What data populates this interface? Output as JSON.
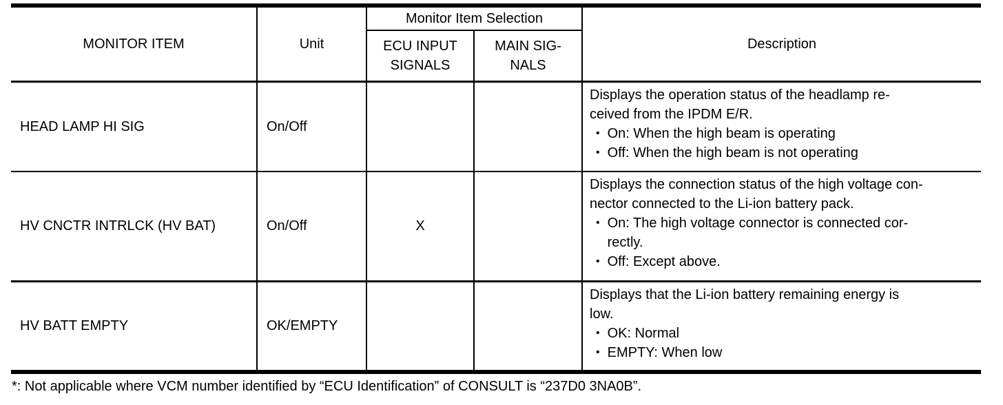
{
  "table": {
    "headers": {
      "monitor_item": "MONITOR ITEM",
      "unit": "Unit",
      "selection_group": "Monitor Item Selection",
      "ecu_input": "ECU INPUT\nSIGNALS",
      "main_signals": "MAIN SIG-\nNALS",
      "description": "Description"
    },
    "bullet_glyph": "•",
    "rows": [
      {
        "monitor_item": "HEAD LAMP HI SIG",
        "unit": "On/Off",
        "ecu_input": "",
        "main_signals": "",
        "description_intro": "Displays the operation status of the headlamp re-\nceived from the IPDM E/R.",
        "bullets": [
          "On: When the high beam is operating",
          "Off: When the high beam is not operating"
        ]
      },
      {
        "monitor_item": "HV CNCTR INTRLCK (HV BAT)",
        "unit": "On/Off",
        "ecu_input": "X",
        "main_signals": "",
        "description_intro": "Displays the connection status of the high voltage con-\nnector connected to the Li-ion battery pack.",
        "bullets": [
          "On: The high voltage connector is connected cor-\nrectly.",
          "Off: Except above."
        ]
      },
      {
        "monitor_item": "HV BATT EMPTY",
        "unit": "OK/EMPTY",
        "ecu_input": "",
        "main_signals": "",
        "description_intro": "Displays that the Li-ion battery remaining energy is\nlow.",
        "bullets": [
          "OK: Normal",
          "EMPTY: When low"
        ]
      }
    ],
    "footnote": "*: Not applicable where VCM number identified by “ECU Identification” of CONSULT is “237D0 3NA0B”."
  }
}
